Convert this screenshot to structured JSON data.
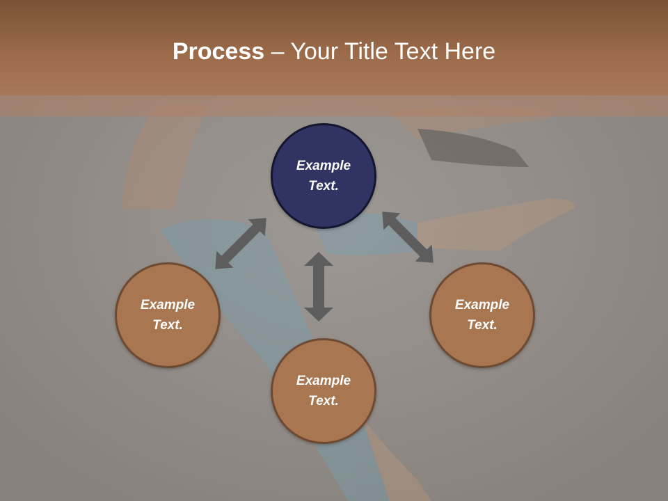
{
  "slide": {
    "title_bold": "Process",
    "title_rest": " – Your Title Text Here"
  },
  "nodes": {
    "top": "Example Text.",
    "left": "Example Text.",
    "right": "Example Text.",
    "bottom": "Example Text."
  },
  "colors": {
    "header": "#9a6a49",
    "node_center": "#313462",
    "node_outer": "#a87651",
    "arrow": "#5d5d5d"
  },
  "icons": [
    "double-arrow-icon",
    "double-arrow-icon",
    "double-arrow-icon"
  ]
}
